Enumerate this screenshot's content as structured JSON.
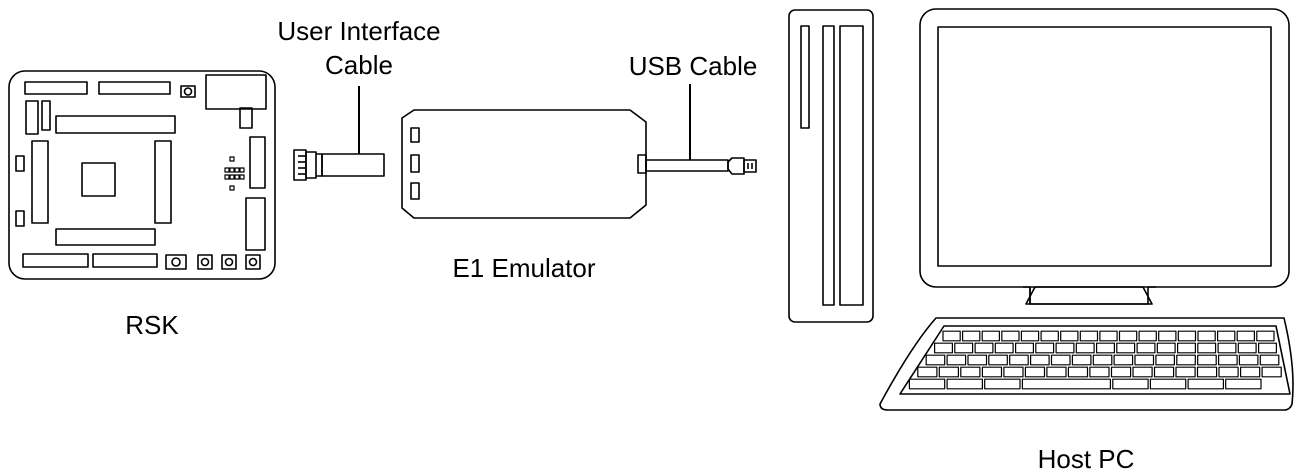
{
  "labels": {
    "user_interface_cable_line1": "User Interface",
    "user_interface_cable_line2": "Cable",
    "usb_cable": "USB Cable",
    "rsk": "RSK",
    "e1_emulator": "E1 Emulator",
    "host_pc": "Host PC"
  },
  "colors": {
    "stroke": "#000000",
    "background": "#ffffff"
  }
}
